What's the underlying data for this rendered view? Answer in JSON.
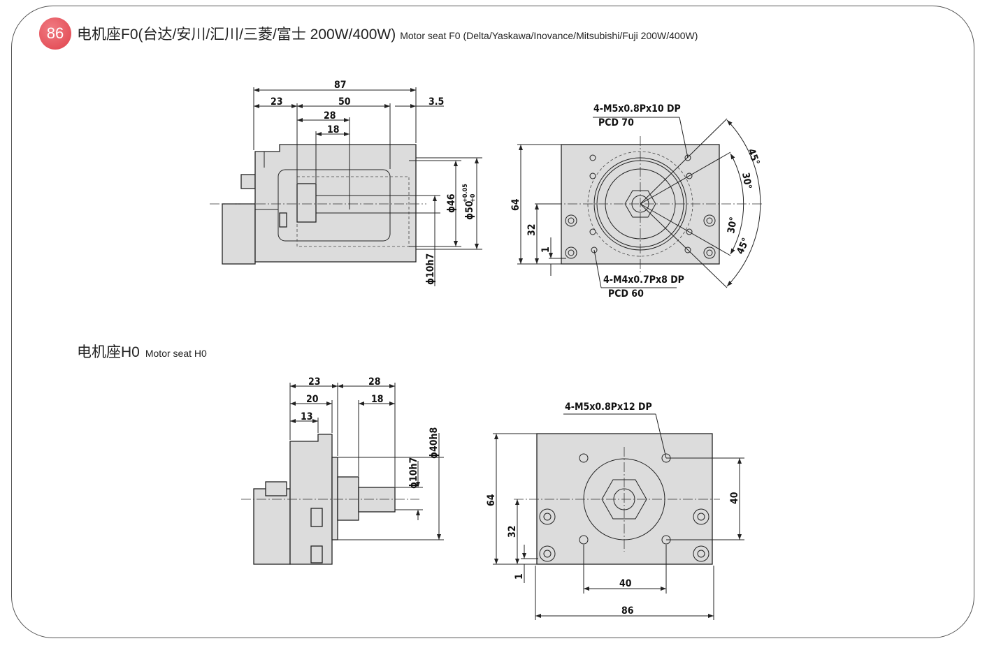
{
  "page_number": "86",
  "section1": {
    "title_cn": "电机座F0(台达/安川/汇川/三菱/富士  200W/400W)",
    "title_en": "Motor seat F0 (Delta/Yaskawa/Inovance/Mitsubishi/Fuji  200W/400W)",
    "side": {
      "d87": "87",
      "d23": "23",
      "d50": "50",
      "d3_5": "3.5",
      "d28": "28",
      "d18": "18",
      "shaft": "ϕ10h7",
      "bore46": "ϕ46",
      "bore50": "ϕ50",
      "tol_up": "+0.05",
      "tol_lo": "+0"
    },
    "front": {
      "thread1": "4-M5x0.8Px10 DP",
      "pcd1": "PCD 70",
      "thread2": "4-M4x0.7Px8 DP",
      "pcd2": "PCD 60",
      "h64": "64",
      "h32": "32",
      "h1": "1",
      "a45a": "45°",
      "a30a": "30°",
      "a30b": "30°",
      "a45b": "45°"
    }
  },
  "section2": {
    "title_cn": "电机座H0",
    "title_en": "Motor seat H0",
    "side": {
      "d23": "23",
      "d28": "28",
      "d20": "20",
      "d18": "18",
      "d13": "13",
      "shaft": "ϕ10h7",
      "bore": "ϕ40h8"
    },
    "front": {
      "thread": "4-M5x0.8Px12 DP",
      "h64": "64",
      "h32": "32",
      "h1": "1",
      "v40": "40",
      "w40": "40",
      "w86": "86"
    }
  },
  "colors": {
    "badge": "#e0424c",
    "part_fill": "#dcdcdc"
  }
}
